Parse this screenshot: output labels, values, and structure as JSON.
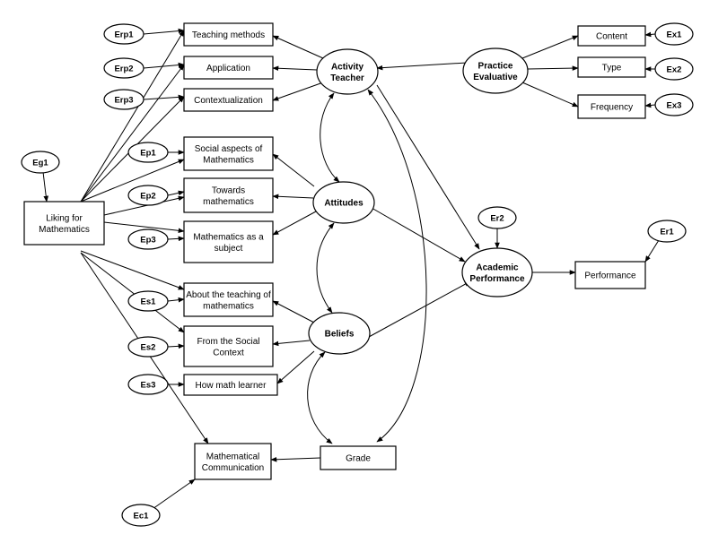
{
  "observed": {
    "teaching_methods": [
      "Teaching methods"
    ],
    "application": [
      "Application"
    ],
    "contextualization": [
      "Contextualization"
    ],
    "social_aspects": [
      "Social aspects of",
      "Mathematics"
    ],
    "towards_math": [
      "Towards",
      "mathematics"
    ],
    "math_subject": [
      "Mathematics as a",
      "subject"
    ],
    "about_teaching": [
      "About the teaching of",
      "mathematics"
    ],
    "social_context": [
      "From the Social",
      "Context"
    ],
    "how_learner": [
      "How math learner"
    ],
    "math_comm": [
      "Mathematical",
      "Communication"
    ],
    "grade": [
      "Grade"
    ],
    "liking": [
      "Liking for",
      "Mathematics"
    ],
    "content": [
      "Content"
    ],
    "type": [
      "Type"
    ],
    "frequency": [
      "Frequency"
    ],
    "performance": [
      "Performance"
    ]
  },
  "latent": {
    "activity_teacher": [
      "Activity",
      "Teacher"
    ],
    "practice_evaluative": [
      "Practice",
      "Evaluative"
    ],
    "attitudes": [
      "Attitudes"
    ],
    "beliefs": [
      "Beliefs"
    ],
    "academic_performance": [
      "Academic",
      "Performance"
    ]
  },
  "errors": {
    "erp1": "Erp1",
    "erp2": "Erp2",
    "erp3": "Erp3",
    "ep1": "Ep1",
    "ep2": "Ep2",
    "ep3": "Ep3",
    "es1": "Es1",
    "es2": "Es2",
    "es3": "Es3",
    "eg1": "Eg1",
    "ec1": "Ec1",
    "ex1": "Ex1",
    "ex2": "Ex2",
    "ex3": "Ex3",
    "er1": "Er1",
    "er2": "Er2"
  }
}
